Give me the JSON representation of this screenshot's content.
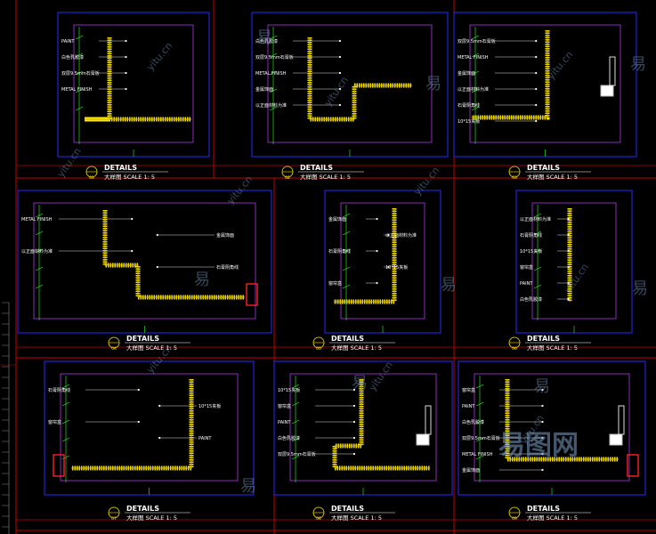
{
  "theme": {
    "background": "#000000",
    "frame": "#c00000",
    "detail_box": "#2a2aff",
    "wall": "#ffe800",
    "dim": "#30ff30",
    "text": "#ffffff",
    "accent_magenta": "#c040ff",
    "accent_cyan": "#20e0e0",
    "watermark": "#7aa0c8"
  },
  "detail_title": "DETAILS",
  "detail_subtitle": "大样图",
  "scale_label": "SCALE 1: 5",
  "panels": [
    {
      "number": "01"
    },
    {
      "number": "02"
    },
    {
      "number": "03"
    },
    {
      "number": "04"
    },
    {
      "number": "05"
    },
    {
      "number": "06"
    },
    {
      "number": "07"
    },
    {
      "number": "08"
    },
    {
      "number": "09"
    }
  ],
  "callouts": {
    "paint": "PAINT",
    "white_paint": "白色乳胶漆",
    "plaster_board": "双层9.5mm石膏板",
    "metal_finish": "METAL FINISH",
    "steel": "金属饰面",
    "wood_frame": "以正面材料为准",
    "gypsum_line": "石膏阴角线",
    "mdf": "10*15夹板",
    "curtain_box": "窗帘盒"
  },
  "watermarks": [
    "yitu.cn",
    "易",
    "易图网"
  ]
}
